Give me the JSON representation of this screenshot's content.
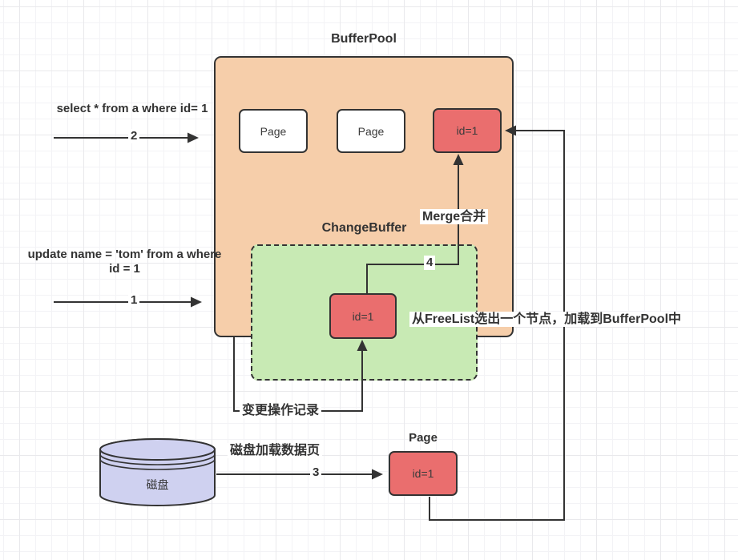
{
  "colors": {
    "bufferpool_fill": "#f6ceaa",
    "changebuffer_fill": "#c8eab4",
    "page_fill_red": "#ea6e6e",
    "page_fill_white": "#ffffff",
    "disk_fill": "#cfd1f0",
    "stroke": "#333333",
    "text": "#333333",
    "label_bg": "#ffffff",
    "grid_minor": "#f3f3f6",
    "grid_major": "#e9e9ec"
  },
  "diagram": {
    "bufferpool": {
      "title": "BufferPool",
      "page1": "Page",
      "page2": "Page",
      "hot_page": "id=1"
    },
    "changebuffer": {
      "title": "ChangeBuffer",
      "page": "id=1"
    },
    "disk": {
      "label": "磁盘"
    },
    "disk_page": {
      "title": "Page",
      "label": "id=1"
    },
    "steps": {
      "s1": "1",
      "s2": "2",
      "s3": "3",
      "s4": "4"
    },
    "annotations": {
      "select_query": "select * from a where id= 1",
      "update_query_line1": "update name = 'tom' from a where",
      "update_query_line2": "id = 1",
      "merge": "Merge合并",
      "freelist_note": "从FreeList选出一个节点，加载到BufferPool中",
      "change_record": "变更操作记录",
      "disk_load": "磁盘加载数据页"
    }
  }
}
